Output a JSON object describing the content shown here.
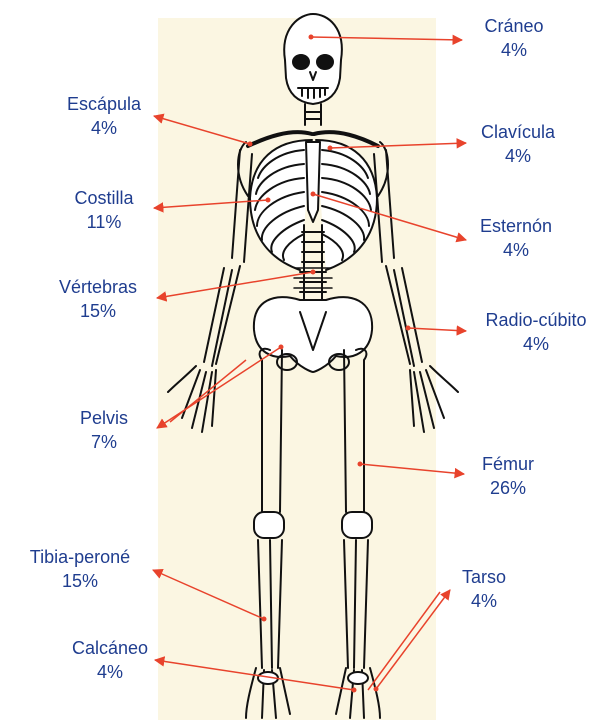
{
  "colors": {
    "label_text": "#1f3d8f",
    "leader_line": "#e8432c",
    "panel_bg": "#fbf6e2",
    "bone_outline": "#111111"
  },
  "labels": [
    {
      "id": "craneo",
      "name": "Cráneo",
      "pct": "4%"
    },
    {
      "id": "escapula",
      "name": "Escápula",
      "pct": "4%"
    },
    {
      "id": "clavicula",
      "name": "Clavícula",
      "pct": "4%"
    },
    {
      "id": "costilla",
      "name": "Costilla",
      "pct": "11%"
    },
    {
      "id": "esternon",
      "name": "Esternón",
      "pct": "4%"
    },
    {
      "id": "vertebras",
      "name": "Vértebras",
      "pct": "15%"
    },
    {
      "id": "radio-cubito",
      "name": "Radio-cúbito",
      "pct": "4%"
    },
    {
      "id": "pelvis",
      "name": "Pelvis",
      "pct": "7%"
    },
    {
      "id": "femur",
      "name": "Fémur",
      "pct": "26%"
    },
    {
      "id": "tibia-perone",
      "name": "Tibia-peroné",
      "pct": "15%"
    },
    {
      "id": "tarso",
      "name": "Tarso",
      "pct": "4%"
    },
    {
      "id": "calcaneo",
      "name": "Calcáneo",
      "pct": "4%"
    }
  ]
}
